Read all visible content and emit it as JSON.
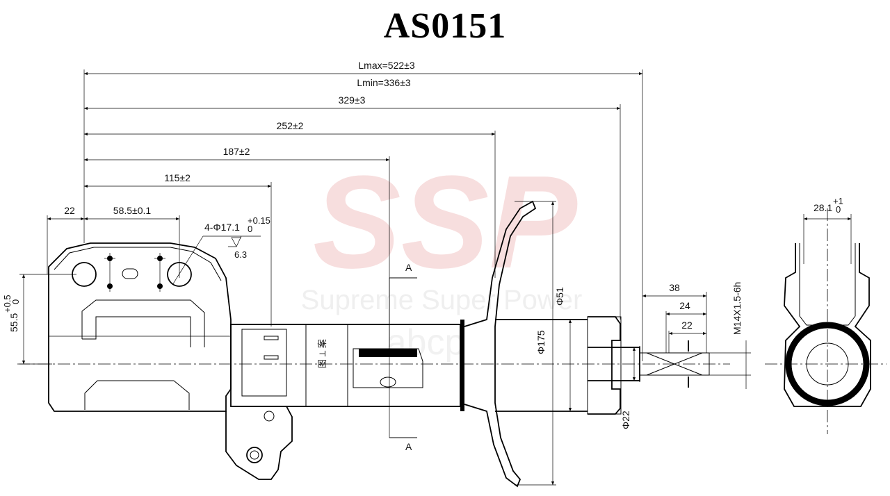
{
  "title": "AS0151",
  "watermark": {
    "logo_text": "SSP",
    "tagline": "Supreme Super Power",
    "brand": "abcp",
    "color": "#f4c9c9"
  },
  "dimensions": {
    "lmax": "Lmax=522±3",
    "lmin": "Lmin=336±3",
    "d329": "329±3",
    "d252": "252±2",
    "d187": "187±2",
    "d115": "115±2",
    "d22": "22",
    "d58": "58.5±0.1",
    "holes": "4-Φ17.1",
    "holes_tol_upper": "+0.15",
    "holes_tol_lower": "0",
    "roughness": "6.3",
    "d55": "55.5",
    "d55_tol_upper": "+0.5",
    "d55_tol_lower": "0",
    "section_a": "A",
    "phi51": "Φ51",
    "phi175": "Φ175",
    "phi22": "Φ22",
    "d38": "38",
    "d24": "24",
    "d22b": "22",
    "thread": "M14X1.5-6h",
    "d28": "28.1",
    "d28_tol_upper": "+1",
    "d28_tol_lower": "0"
  }
}
